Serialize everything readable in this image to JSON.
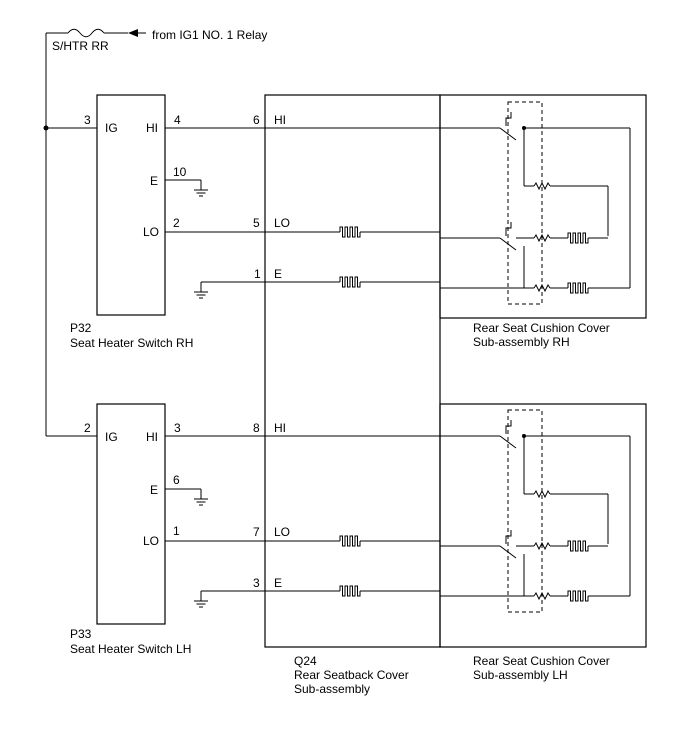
{
  "supply": {
    "fuse_label": "S/HTR RR",
    "source_label": "from IG1 NO. 1 Relay"
  },
  "switch_rh": {
    "code": "P32",
    "name": "Seat Heater Switch RH",
    "pins": {
      "ig": "3",
      "hi": "4",
      "e": "10",
      "lo": "2"
    },
    "terminals": {
      "ig": "IG",
      "hi": "HI",
      "e": "E",
      "lo": "LO"
    }
  },
  "switch_lh": {
    "code": "P33",
    "name": "Seat Heater Switch LH",
    "pins": {
      "ig": "2",
      "hi": "3",
      "e": "6",
      "lo": "1"
    },
    "terminals": {
      "ig": "IG",
      "hi": "HI",
      "e": "E",
      "lo": "LO"
    }
  },
  "seatback": {
    "code": "Q24",
    "name_line1": "Rear Seatback Cover",
    "name_line2": "Sub-assembly",
    "rh_pins": {
      "hi": "6",
      "lo": "5",
      "e": "1"
    },
    "lh_pins": {
      "hi": "8",
      "lo": "7",
      "e": "3"
    },
    "terminals": {
      "hi": "HI",
      "lo": "LO",
      "e": "E"
    }
  },
  "cushion_rh": {
    "name_line1": "Rear Seat Cushion Cover",
    "name_line2": "Sub-assembly RH"
  },
  "cushion_lh": {
    "name_line1": "Rear Seat Cushion Cover",
    "name_line2": "Sub-assembly LH"
  }
}
